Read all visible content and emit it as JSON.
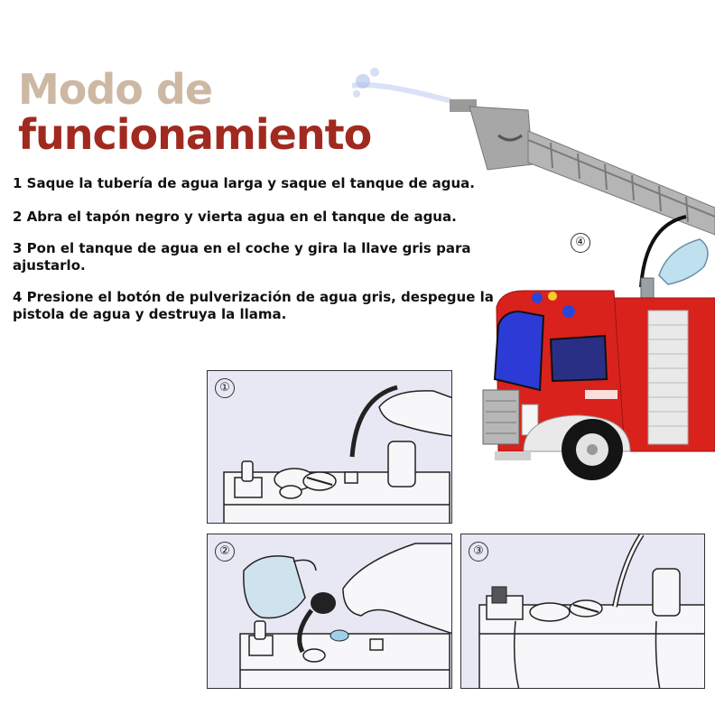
{
  "title": {
    "line1": "Modo de",
    "line2": "funcionamiento"
  },
  "steps": [
    "1 Saque la tubería de agua larga y saque el tanque de agua.",
    "2 Abra el tapón negro y vierta agua en el tanque de agua.",
    "3 Pon el tanque de agua en el coche y gira la llave gris para ajustarlo.",
    "4 Presione el botón de pulverización de agua gris, despegue la pistola de agua y destruya la llama."
  ],
  "panels": [
    {
      "number": "①"
    },
    {
      "number": "②"
    },
    {
      "number": "③"
    }
  ],
  "truck": {
    "badge": "④"
  },
  "colors": {
    "title_light": "#cdb8a4",
    "title_dark": "#a12a20",
    "panel_bg": "#e7e8f3",
    "truck_red": "#d9221c"
  }
}
